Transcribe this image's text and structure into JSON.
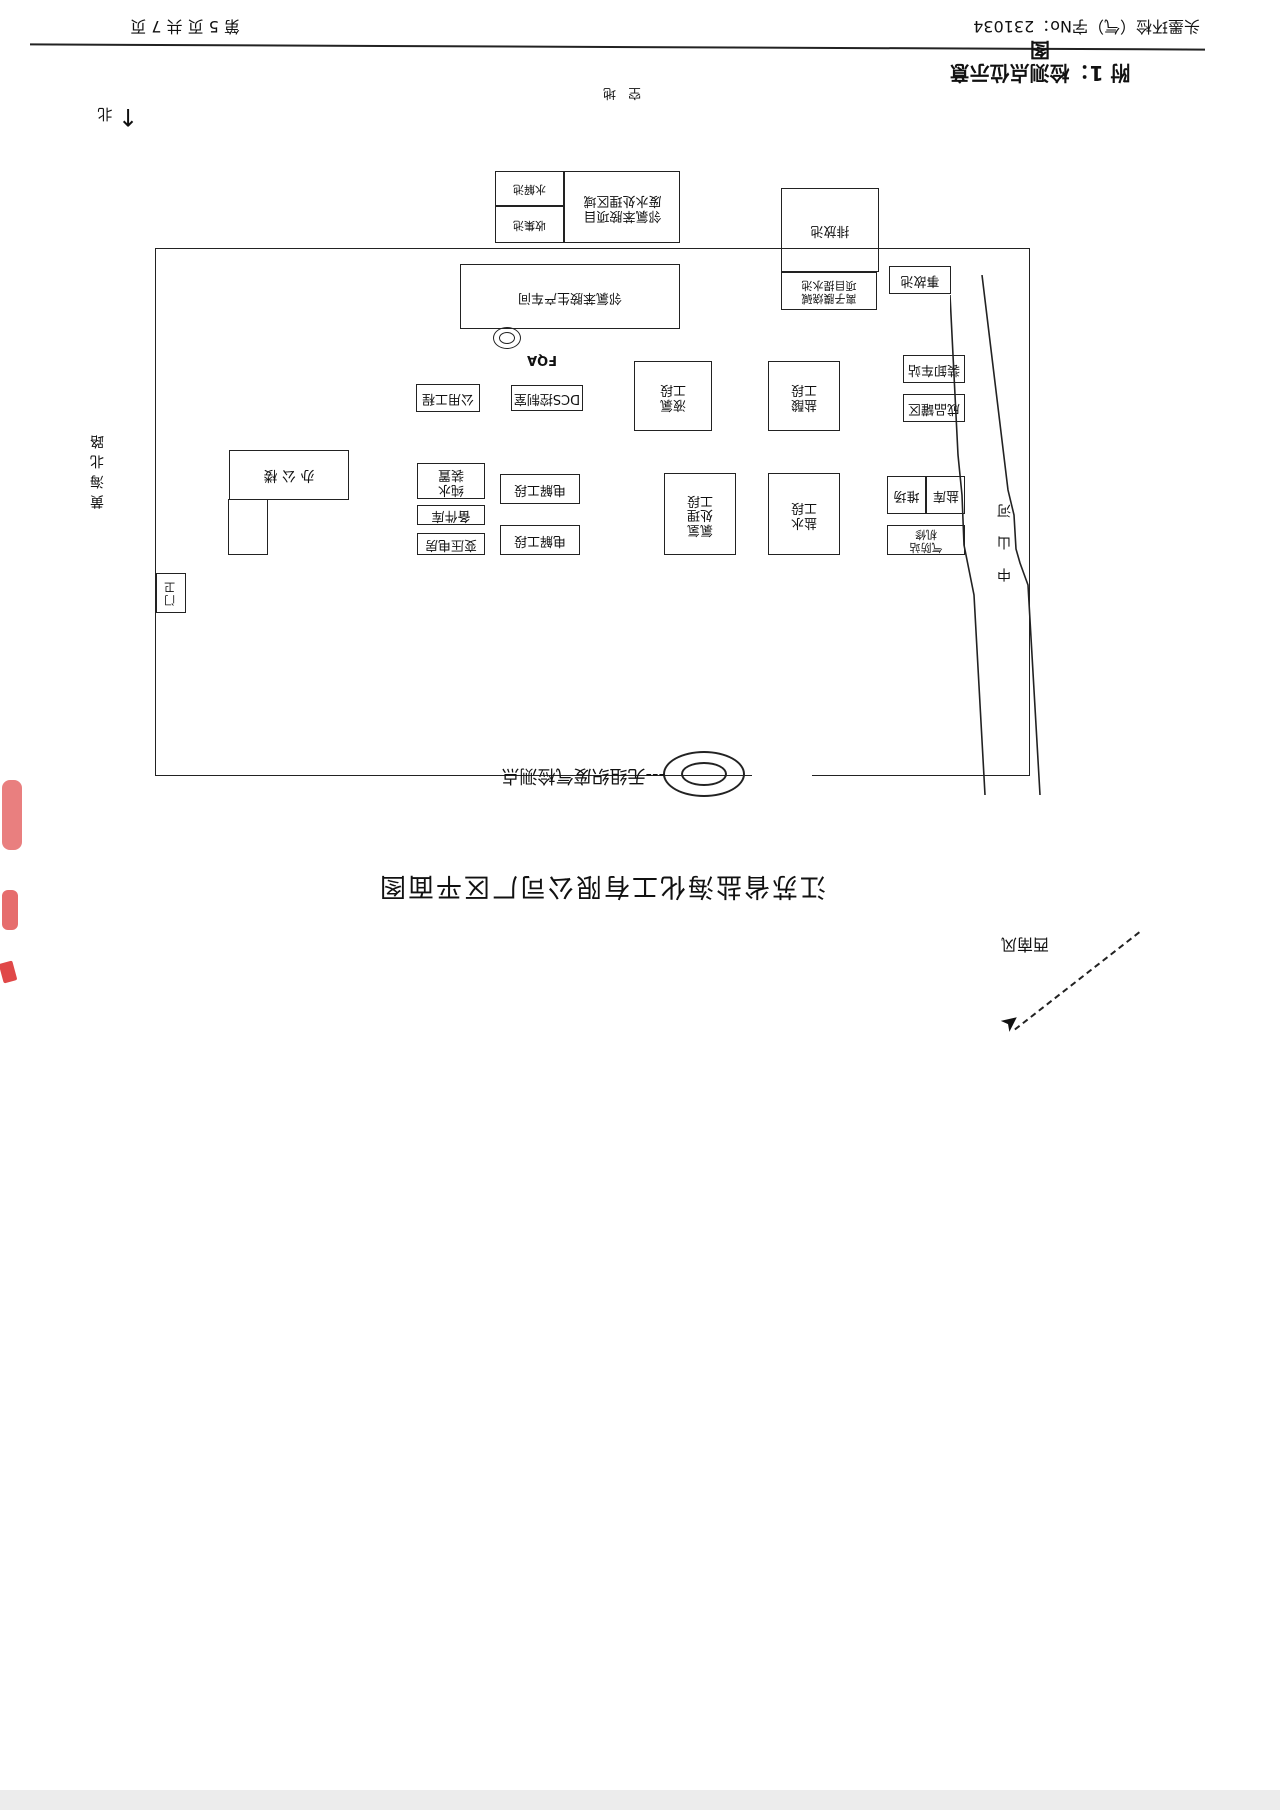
{
  "header": {
    "doc_no": "头墨环检（气）字No：231034",
    "page_info": "第 5 页 共 7 页"
  },
  "appendix_title": "附 1：检测点位示意图",
  "diagram": {
    "north": "北",
    "north_arrow": "↑",
    "wind_label": "西南风",
    "road_west": "黄海北路",
    "river": "中山河",
    "empty_land": "空    地",
    "gate": "门卫",
    "office": "办 公 楼",
    "sample_point": "FQA",
    "buildings": {
      "transformer": "变压电房",
      "spare_parts": "备件库",
      "pure_water": "纯水\n装置",
      "utility": "公用工程",
      "dcs": "DCS控制室",
      "electrolysis_1": "电解工段",
      "electrolysis_2": "电解工段",
      "chlorine_treat": "氯氢\n处理\n工段",
      "brine": "盐水\n工段",
      "gas_station": "气防站\n机修",
      "storage_yard": "堆场",
      "salt_warehouse": "盐库",
      "liquid_chlorine": "液氯\n工段",
      "hcl": "盐酸\n工段",
      "finished_tank": "成品罐区",
      "loading": "装卸车站",
      "pvc_workshop": "邻氯苯胺生产车间",
      "collection_pool": "收集池",
      "waste_water_pool": "水解池",
      "pvc_project": "邻氯苯胺项目\n废水处理区域",
      "ion_membrane": "离子膜烧碱\n项目提水池",
      "drain_pool": "排放池",
      "accident_pool": "事故池"
    }
  },
  "plan_title": "江苏省盐海化工有限公司厂区平面图",
  "legend": {
    "label": "---无组织废气检测点"
  },
  "colors": {
    "ink": "#222222",
    "stamp": "#e04848",
    "paper": "#ffffff"
  }
}
